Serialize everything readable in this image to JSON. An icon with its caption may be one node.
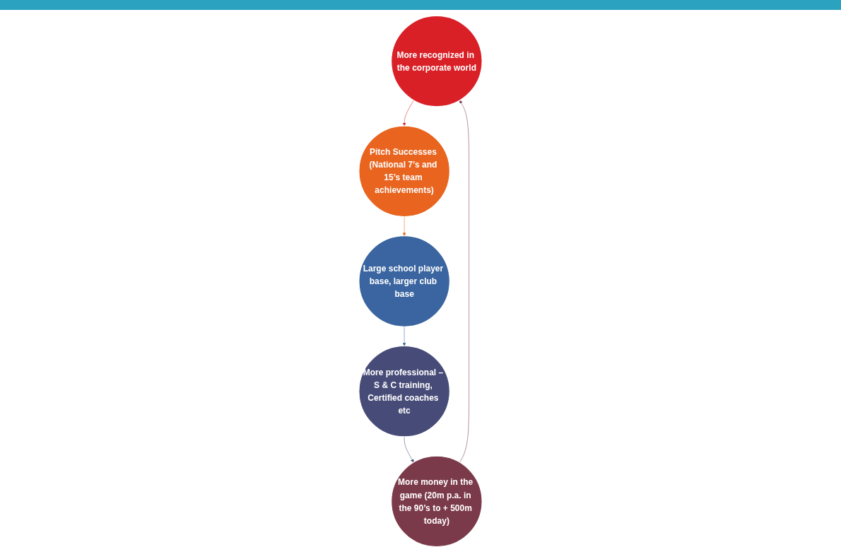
{
  "diagram": {
    "nodes": [
      {
        "text": [
          "More recognized in the corporate world"
        ]
      },
      {
        "text": [
          "Pitch Successes (National 7’s and 15’s team achievements)"
        ]
      },
      {
        "text": [
          "Large school player base, larger club base"
        ]
      },
      {
        "text": [
          "More professional – S & C training, Certified coaches etc"
        ]
      },
      {
        "text": [
          "More money in the game (20m p.a. in the 90’s to + 500m today)"
        ]
      }
    ],
    "edges": [
      {
        "from": 0,
        "to": 1,
        "arrow": "to",
        "color": "#d92027"
      },
      {
        "from": 1,
        "to": 2,
        "arrow": "to",
        "color": "#e8641f"
      },
      {
        "from": 2,
        "to": 3,
        "arrow": "to",
        "color": "#3a65a0"
      },
      {
        "from": 3,
        "to": 4,
        "arrow": "to",
        "color": "#474b77"
      },
      {
        "from": 4,
        "to": 0,
        "arrow": "to",
        "color": "#7b3a4a"
      }
    ]
  }
}
